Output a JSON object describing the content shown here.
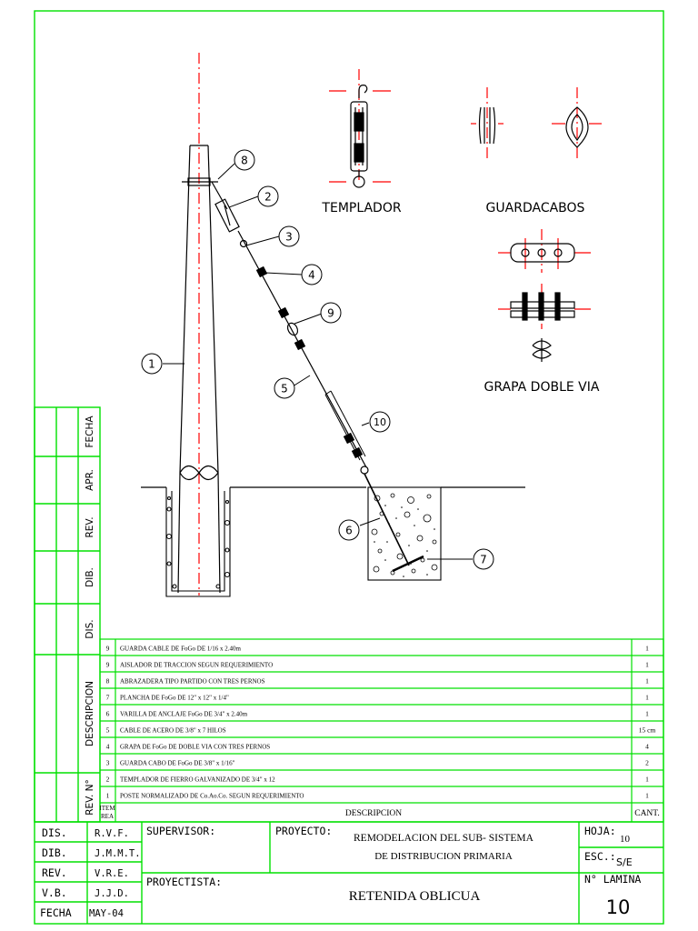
{
  "callouts": [
    "1",
    "2",
    "3",
    "4",
    "5",
    "6",
    "7",
    "8",
    "9",
    "10"
  ],
  "detail_labels": {
    "templador": "TEMPLADOR",
    "guardacabos": "GUARDACABOS",
    "grapa": "GRAPA DOBLE VIA"
  },
  "revision_sidebar": {
    "fecha": "FECHA",
    "apr": "APR.",
    "rev": "REV.",
    "dib": "DIB.",
    "dis": "DIS.",
    "descripcion": "DESCRIPCION",
    "rev_no": "REV. N°"
  },
  "materials": {
    "header": {
      "item": "ITEM",
      "item2": "REA",
      "descripcion": "DESCRIPCION",
      "cant": "CANT."
    },
    "rows": [
      {
        "item": "9",
        "desc": "GUARDA CABLE DE FoGo DE 1/16 x 2.40m",
        "cant": "1"
      },
      {
        "item": "9",
        "desc": "AISLADOR DE TRACCION SEGUN REQUERIMIENTO",
        "cant": "1"
      },
      {
        "item": "8",
        "desc": "ABRAZADERA TIPO PARTIDO CON TRES PERNOS",
        "cant": "1"
      },
      {
        "item": "7",
        "desc": "PLANCHA DE FoGo DE 12\" x 12\" x 1/4\"",
        "cant": "1"
      },
      {
        "item": "6",
        "desc": "VARILLA DE ANCLAJE FoGo DE 3/4\" x 2.40m",
        "cant": "1"
      },
      {
        "item": "5",
        "desc": "CABLE DE ACERO DE 3/8\"   x 7 HILOS",
        "cant": "15 cm"
      },
      {
        "item": "4",
        "desc": "GRAPA DE FoGo DE DOBLE VIA CON TRES PERNOS",
        "cant": "4"
      },
      {
        "item": "3",
        "desc": "GUARDA CABO DE FoGo DE 3/8\"   x 1/16\"",
        "cant": "2"
      },
      {
        "item": "2",
        "desc": "TEMPLADOR DE FIERRO GALVANIZADO DE 3/4\"   x 12",
        "cant": "1"
      },
      {
        "item": "1",
        "desc": "POSTE NORMALIZADO DE Co.Ao.Co. SEGUN REQUERIMIENTO",
        "cant": "1"
      }
    ]
  },
  "title_block": {
    "dis_label": "DIS.",
    "dis_value": "R.V.F.",
    "dib_label": "DIB.",
    "dib_value": "J.M.M.T.",
    "rev_label": "REV.",
    "rev_value": "V.R.E.",
    "vb_label": "V.B.",
    "vb_value": "J.J.D.",
    "fecha_label": "FECHA",
    "fecha_value": "MAY-04",
    "supervisor_label": "SUPERVISOR:",
    "proyecto_label": "PROYECTO:",
    "proyecto_line1": "REMODELACION  DEL  SUB- SISTEMA",
    "proyecto_line2": "DE  DISTRIBUCION  PRIMARIA",
    "proyectista_label": "PROYECTISTA:",
    "titulo": "RETENIDA  OBLICUA",
    "hoja_label": "HOJA:",
    "hoja_value": "10",
    "esc_label": "ESC.:",
    "esc_value": "S/E",
    "lamina_label": "N° LAMINA",
    "lamina_value": "10"
  },
  "colors": {
    "border": "#00e000",
    "line": "#000000",
    "axis": "#ff0000"
  }
}
